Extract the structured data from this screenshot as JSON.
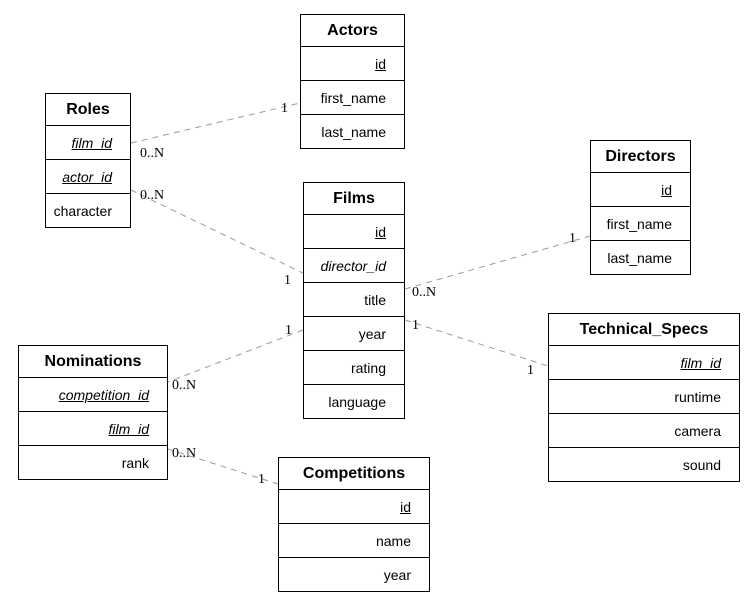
{
  "diagram": {
    "kind": "entity-relationship",
    "entities": {
      "actors": {
        "title": "Actors",
        "fields": [
          {
            "name": "id",
            "key": "PK"
          },
          {
            "name": "first_name",
            "key": ""
          },
          {
            "name": "last_name",
            "key": ""
          }
        ]
      },
      "roles": {
        "title": "Roles",
        "fields": [
          {
            "name": "film_id",
            "key": "PK,FK"
          },
          {
            "name": "actor_id",
            "key": "PK,FK"
          },
          {
            "name": "character",
            "key": ""
          }
        ]
      },
      "films": {
        "title": "Films",
        "fields": [
          {
            "name": "id",
            "key": "PK"
          },
          {
            "name": "director_id",
            "key": "FK"
          },
          {
            "name": "title",
            "key": ""
          },
          {
            "name": "year",
            "key": ""
          },
          {
            "name": "rating",
            "key": ""
          },
          {
            "name": "language",
            "key": ""
          }
        ]
      },
      "directors": {
        "title": "Directors",
        "fields": [
          {
            "name": "id",
            "key": "PK"
          },
          {
            "name": "first_name",
            "key": ""
          },
          {
            "name": "last_name",
            "key": ""
          }
        ]
      },
      "technical_specs": {
        "title": "Technical_Specs",
        "fields": [
          {
            "name": "film_id",
            "key": "PK,FK"
          },
          {
            "name": "runtime",
            "key": ""
          },
          {
            "name": "camera",
            "key": ""
          },
          {
            "name": "sound",
            "key": ""
          }
        ]
      },
      "nominations": {
        "title": "Nominations",
        "fields": [
          {
            "name": "competition_id",
            "key": "PK,FK"
          },
          {
            "name": "film_id",
            "key": "PK,FK"
          },
          {
            "name": "rank",
            "key": ""
          }
        ]
      },
      "competitions": {
        "title": "Competitions",
        "fields": [
          {
            "name": "id",
            "key": "PK"
          },
          {
            "name": "name",
            "key": ""
          },
          {
            "name": "year",
            "key": ""
          }
        ]
      }
    },
    "relationships": [
      {
        "from": "Roles",
        "to": "Actors",
        "from_cardinality": "0..N",
        "to_cardinality": "1"
      },
      {
        "from": "Roles",
        "to": "Films",
        "from_cardinality": "0..N",
        "to_cardinality": "1"
      },
      {
        "from": "Films",
        "to": "Directors",
        "from_cardinality": "0..N",
        "to_cardinality": "1"
      },
      {
        "from": "Films",
        "to": "Technical_Specs",
        "from_cardinality": "1",
        "to_cardinality": "1"
      },
      {
        "from": "Films",
        "to": "Nominations",
        "from_cardinality": "1",
        "to_cardinality": "0..N"
      },
      {
        "from": "Nominations",
        "to": "Competitions",
        "from_cardinality": "0..N",
        "to_cardinality": "1"
      }
    ]
  }
}
